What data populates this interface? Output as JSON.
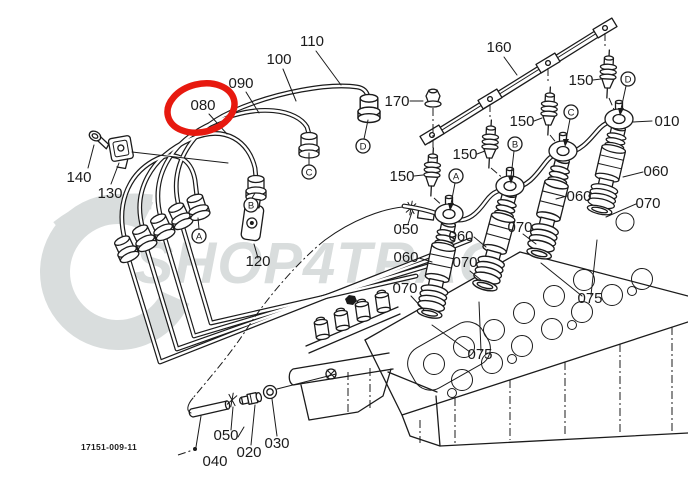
{
  "diagram": {
    "code": "17151-009-11",
    "watermark": "SHOP4TRAC",
    "highlighted_part": "080"
  },
  "colors": {
    "line": "#1b1b1b",
    "highlight": "#e7190f",
    "watermark": "#d9dddd"
  },
  "parts": {
    "p010": "010",
    "p020": "020",
    "p030": "030",
    "p040": "040",
    "p050": "050",
    "p060": "060",
    "p070": "070",
    "p075": "075",
    "p080": "080",
    "p090": "090",
    "p100": "100",
    "p110": "110",
    "p120": "120",
    "p130": "130",
    "p140": "140",
    "p150": "150",
    "p160": "160",
    "p170": "170"
  },
  "connectors": {
    "a": "A",
    "b": "B",
    "c": "C",
    "d": "D"
  }
}
